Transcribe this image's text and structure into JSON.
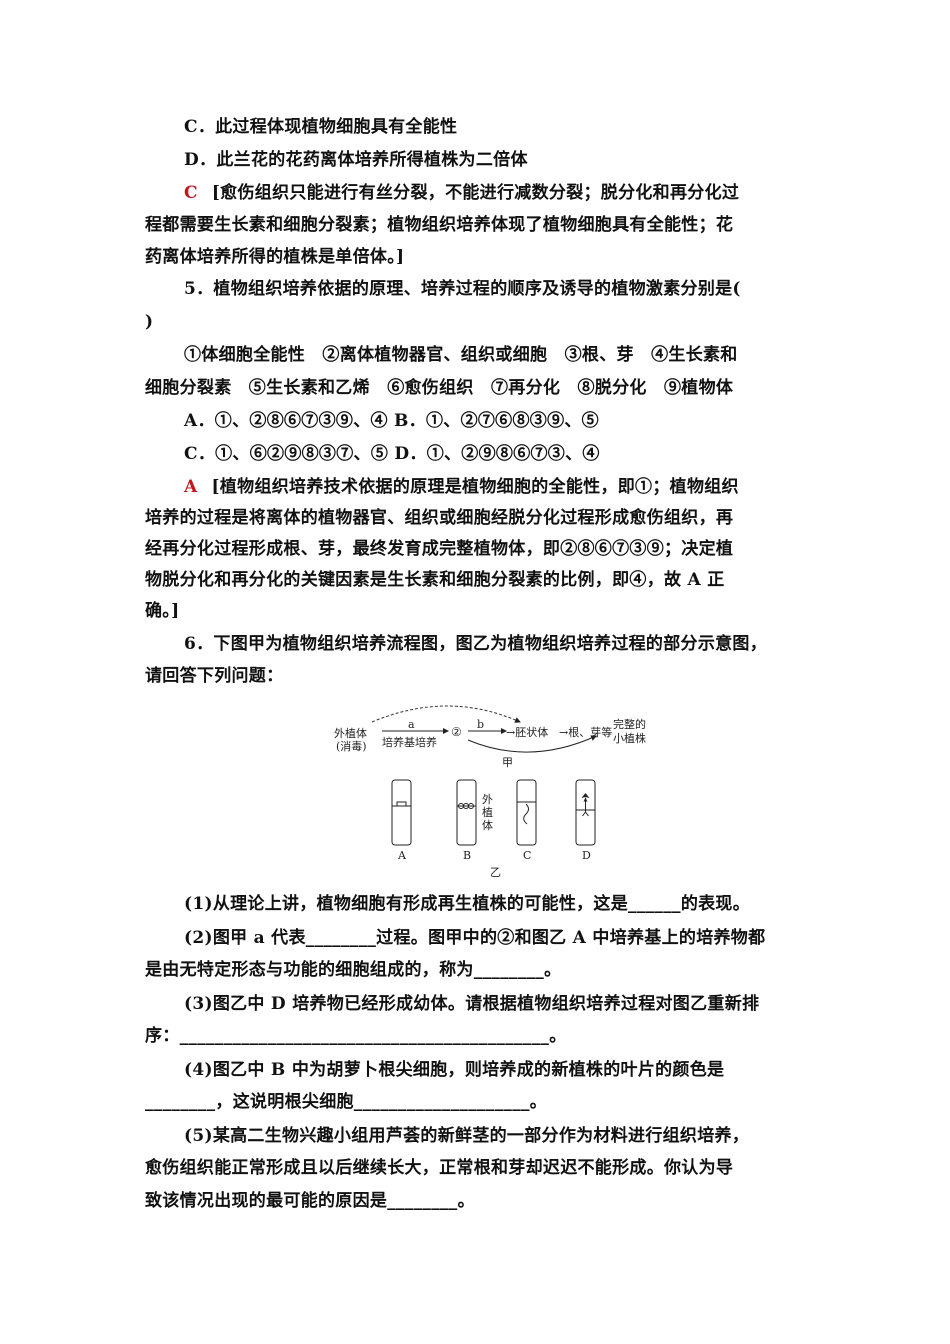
{
  "lines": {
    "l1": "C．此过程体现植物细胞具有全能性",
    "l2": "D．此兰花的花药离体培养所得植株为二倍体",
    "l3_ans": "C",
    "l3": "[愈伤组织只能进行有丝分裂，不能进行减数分裂；脱分化和再分化过",
    "l4": "程都需要生长素和细胞分裂素；植物组织培养体现了植物细胞具有全能性；花",
    "l5": "药离体培养所得的植株是单倍体。]",
    "l6": "5．植物组织培养依据的原理、培养过程的顺序及诱导的植物激素分别是(",
    "l7": ")",
    "l8": "①体细胞全能性　②离体植物器官、组织或细胞　③根、芽　④生长素和",
    "l9": "细胞分裂素　⑤生长素和乙烯　⑥愈伤组织　⑦再分化　⑧脱分化　⑨植物体",
    "l10": "A．①、②⑧⑥⑦③⑨、④ B．①、②⑦⑥⑧③⑨、⑤",
    "l11": "C．①、⑥②⑨⑧③⑦、⑤ D．①、②⑨⑧⑥⑦③、④",
    "l12_ans": "A",
    "l12": "[植物组织培养技术依据的原理是植物细胞的全能性，即①；植物组织",
    "l13": "培养的过程是将离体的植物器官、组织或细胞经脱分化过程形成愈伤组织，再",
    "l14": "经再分化过程形成根、芽，最终发育成完整植物体，即②⑧⑥⑦③⑨；决定植",
    "l15": "物脱分化和再分化的关键因素是生长素和细胞分裂素的比例，即④，故 A 正",
    "l16": "确。]",
    "l17": "6．下图甲为植物组织培养流程图，图乙为植物组织培养过程的部分示意图，",
    "l18": "请回答下列问题：",
    "l19": "(1)从理论上讲，植物细胞有形成再生植株的可能性，这是______的表现。",
    "l20": "(2)图甲 a 代表________过程。图甲中的②和图乙 A 中培养基上的培养物都",
    "l21": "是由无特定形态与功能的细胞组成的，称为________。",
    "l22": "(3)图乙中 D 培养物已经形成幼体。请根据植物组织培养过程对图乙重新排",
    "l23": "序：__________________________________________。",
    "l24": "(4)图乙中 B 中为胡萝卜根尖细胞，则培养成的新植株的叶片的颜色是",
    "l25": "________，这说明根尖细胞____________________。",
    "l26": "(5)某高二生物兴趣小组用芦荟的新鲜茎的一部分作为材料进行组织培养，",
    "l27": "愈伤组织能正常形成且以后继续长大，正常根和芽却迟迟不能形成。你认为导",
    "l28": "致该情况出现的最可能的原因是________。"
  },
  "figure": {
    "explant1": "外植体",
    "explant2": "(消毒)",
    "a": "a",
    "medium": "培养基培养",
    "circle2": "②",
    "b": "b",
    "embryoid": "→胚状体",
    "roots": "→根、芽等",
    "complete1": "完整的",
    "complete2": "小植株",
    "jia": "甲",
    "side1": "外",
    "side2": "植",
    "side3": "体",
    "A": "A",
    "B": "B",
    "C": "C",
    "D": "D",
    "yi": "乙"
  }
}
